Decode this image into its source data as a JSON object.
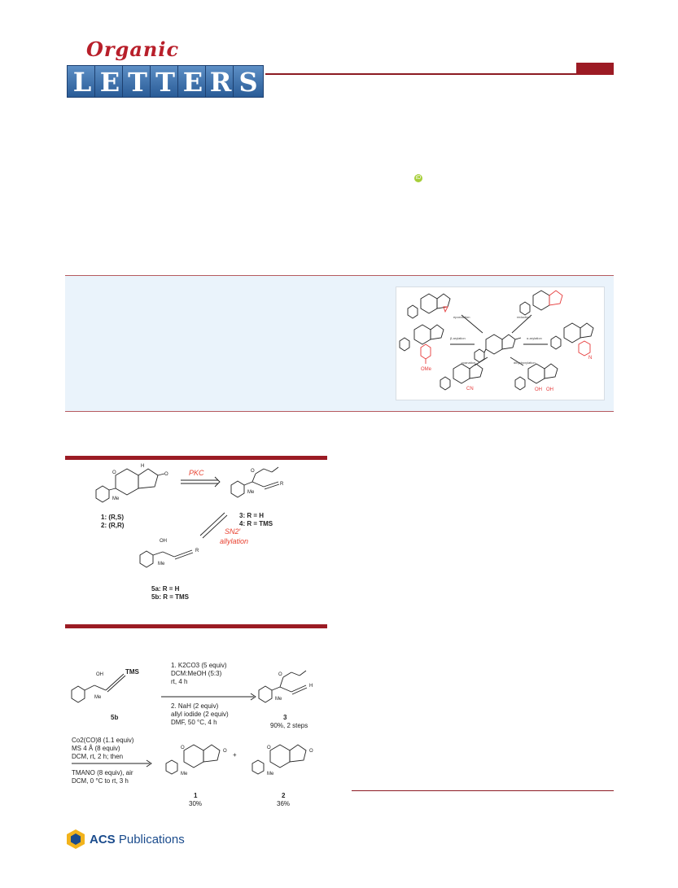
{
  "masthead": {
    "script_word": "Organic",
    "letters": [
      "L",
      "E",
      "T",
      "T",
      "E",
      "R",
      "S"
    ]
  },
  "toc_graphic": {
    "labels": [
      "epoxidation",
      "reduction",
      "β-arylation",
      "α-arylation",
      "cyanation",
      "dihydroxylation"
    ],
    "substituent_labels": [
      "OMe",
      "CN",
      "OH",
      "OH",
      "N"
    ]
  },
  "figure1": {
    "pkc_label": "PKC",
    "sn2_label": "SN2′",
    "sn2_sub": "N",
    "allylation_label": "allylation",
    "compound_1": "1: (R,S)",
    "compound_2": "2: (R,R)",
    "compound_3": "3: R = H",
    "compound_4": "4: R = TMS",
    "compound_5a": "5a: R = H",
    "compound_5b": "5b: R = TMS",
    "atoms": {
      "O": "O",
      "H": "H",
      "Me": "Me",
      "R": "R",
      "OH": "OH",
      "C_O": "O"
    }
  },
  "scheme1": {
    "step1_lines": [
      "1. K2CO3 (5 equiv)",
      "DCM:MeOH (5:3)",
      "rt, 4 h"
    ],
    "step2_lines": [
      "2. NaH (2 equiv)",
      "allyl iodide (2 equiv)",
      "DMF, 50 °C, 4 h"
    ],
    "conditions_a": [
      "Co2(CO)8 (1.1 equiv)",
      "MS 4 Å (8 equiv)",
      "DCM, rt, 2 h; then"
    ],
    "conditions_b": [
      "TMANO (8 equiv), air",
      "DCM, 0 °C to rt, 3 h"
    ],
    "start_label": "5b",
    "product3_label": "3",
    "product3_yield": "90%, 2 steps",
    "product1_label": "1",
    "product1_yield": "30%",
    "product2_label": "2",
    "product2_yield": "36%",
    "plus": "+",
    "tms": "TMS"
  },
  "footer": {
    "acs": "ACS",
    "publications": "Publications"
  },
  "colors": {
    "brand_red": "#9b1b24",
    "abstract_bg": "#eaf3fb",
    "orcid": "#a6ce39",
    "acs_blue": "#1a4b8c"
  }
}
